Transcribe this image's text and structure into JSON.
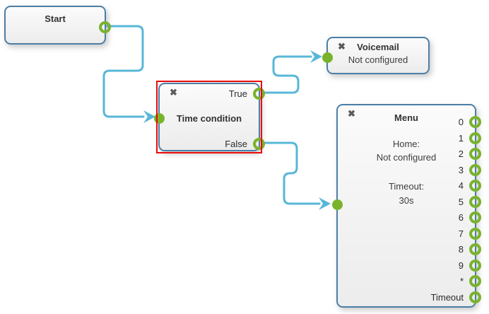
{
  "colors": {
    "connector_blue": "#58b7d7",
    "node_border_blue": "#4c7ea6",
    "port_green": "#79b32b",
    "selection_red": "#ea0b0b",
    "node_fill_top": "#fbfbfb",
    "node_fill_bottom": "#ececec",
    "text": "#333333"
  },
  "nodes": {
    "start": {
      "title": "Start"
    },
    "time_condition": {
      "close_icon": "✖",
      "title": "Time condition",
      "output_true_label": "True",
      "output_false_label": "False",
      "selected": true
    },
    "voicemail": {
      "close_icon": "✖",
      "title": "Voicemail",
      "status": "Not configured"
    },
    "menu": {
      "close_icon": "✖",
      "title": "Menu",
      "home_label": "Home:",
      "home_value": "Not configured",
      "timeout_label": "Timeout:",
      "timeout_value": "30s",
      "ports": [
        "0",
        "1",
        "2",
        "3",
        "4",
        "5",
        "6",
        "7",
        "8",
        "9",
        "*",
        "Timeout"
      ]
    }
  }
}
